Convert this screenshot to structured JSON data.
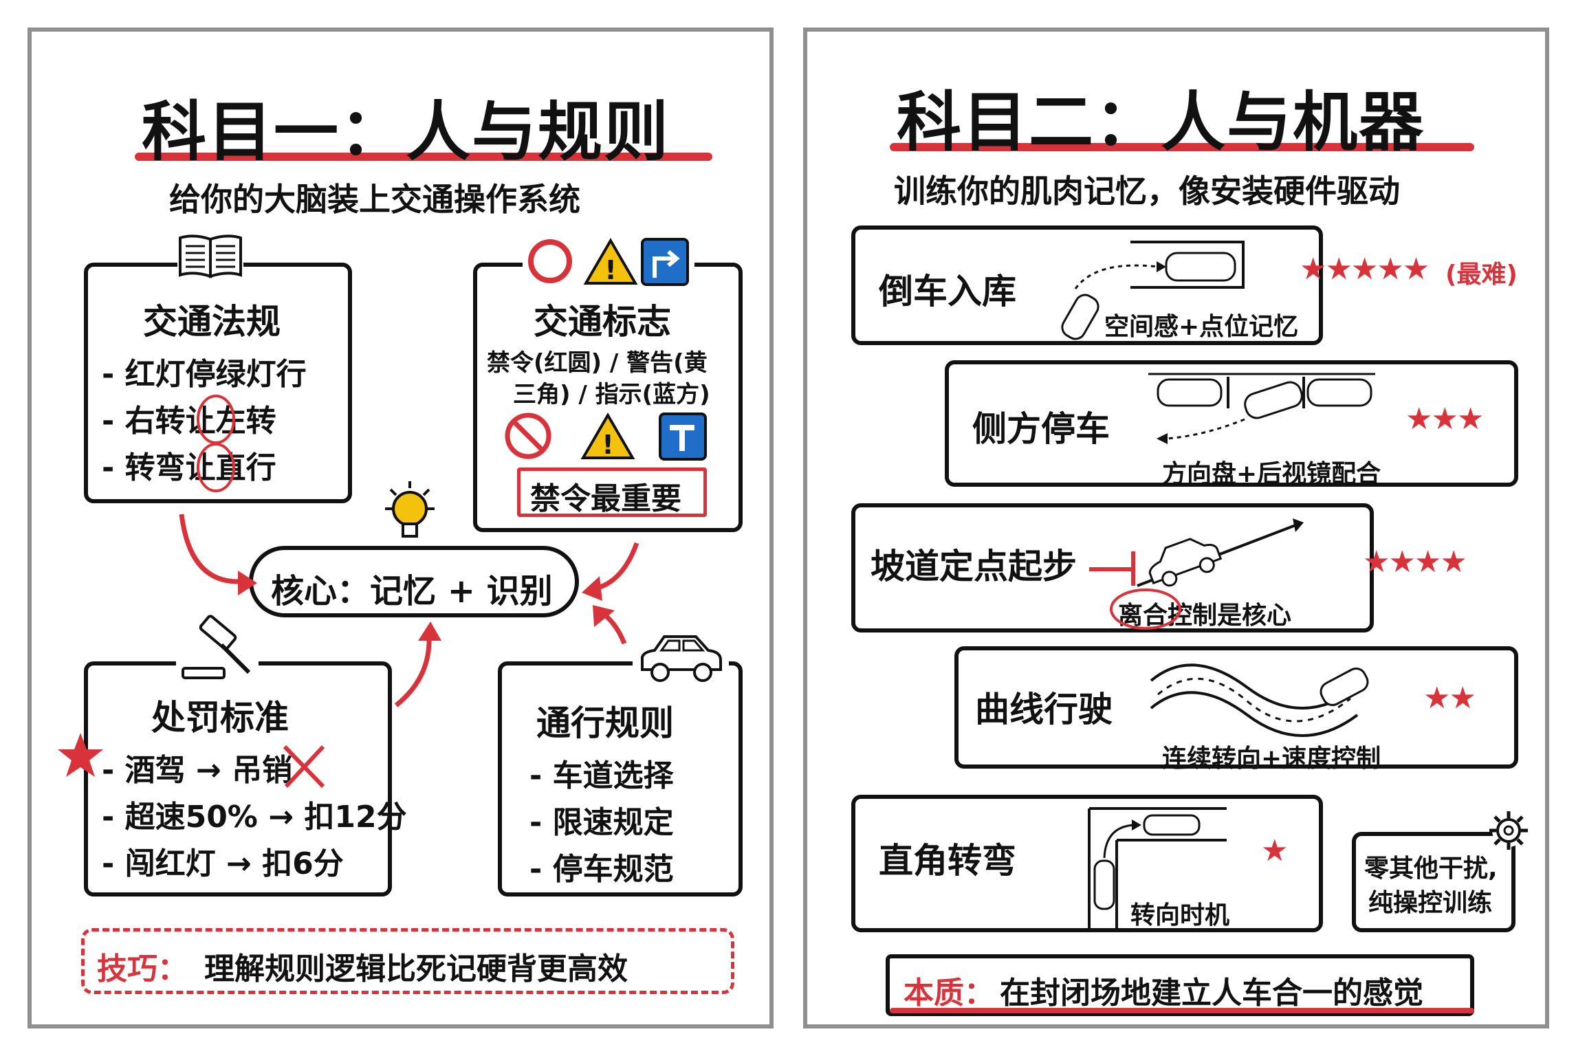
{
  "left": {
    "title": "科目一：人与规则",
    "subtitle": "给你的大脑装上交通操作系统",
    "laws": {
      "title": "交通法规",
      "items": [
        "- 红灯停绿灯行",
        "- 右转让左转",
        "- 转弯让直行"
      ]
    },
    "signs": {
      "title": "交通标志",
      "line1": "禁令(红圆) / 警告(黄",
      "line2": "三角) / 指示(蓝方)",
      "highlight": "禁令最重要"
    },
    "core": "核心：记忆 + 识别",
    "penalty": {
      "title": "处罚标准",
      "items": [
        "- 酒驾 → 吊销",
        "- 超速50% → 扣12分",
        "- 闯红灯 → 扣6分"
      ]
    },
    "traffic": {
      "title": "通行规则",
      "items": [
        "- 车道选择",
        "- 限速规定",
        "- 停车规范"
      ]
    },
    "tip": {
      "label": "技巧：",
      "text": "理解规则逻辑比死记硬背更高效"
    }
  },
  "right": {
    "title": "科目二：人与机器",
    "subtitle": "训练你的肌肉记忆，像安装硬件驱动",
    "items": [
      {
        "name": "倒车入库",
        "note": "空间感+点位记忆",
        "stars": "★★★★★",
        "extra": "(最难)"
      },
      {
        "name": "侧方停车",
        "note": "方向盘+后视镜配合",
        "stars": "★★★",
        "extra": ""
      },
      {
        "name": "坡道定点起步",
        "note": "离合控制是核心",
        "stars": "★★★★",
        "extra": ""
      },
      {
        "name": "曲线行驶",
        "note": "连续转向+速度控制",
        "stars": "★★",
        "extra": ""
      },
      {
        "name": "直角转弯",
        "note": "转向时机",
        "stars": "★",
        "extra": ""
      }
    ],
    "side_note": {
      "line1": "零其他干扰,",
      "line2": "纯操控训练"
    },
    "essence": {
      "label": "本质：",
      "text": "在封闭场地建立人车合一的感觉"
    }
  },
  "colors": {
    "accent": "#d8333a",
    "ink": "#111111",
    "warning": "#f4c20d",
    "info": "#1f6fc9",
    "frame": "#8f8f8f"
  }
}
